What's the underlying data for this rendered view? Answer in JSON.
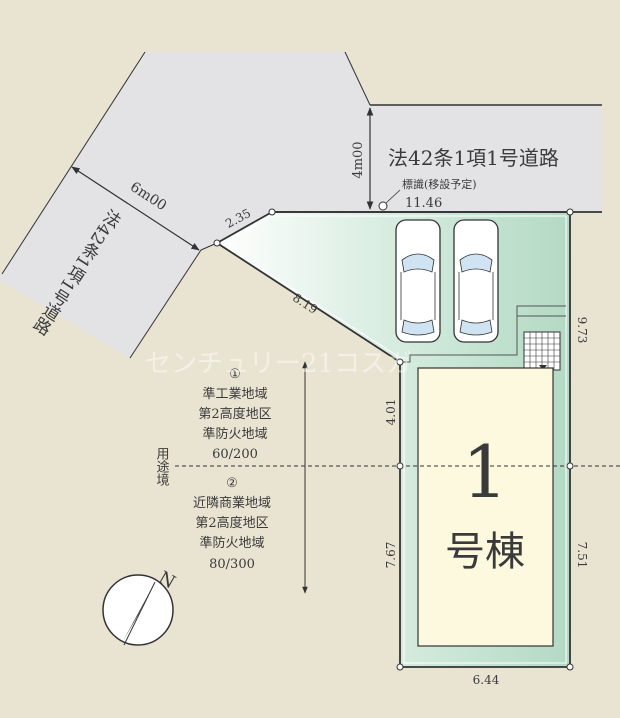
{
  "roads": {
    "north_road_label": "法42条1項1号道路",
    "north_road_width": "4m00",
    "west_road_label": "法42条1項1号道路",
    "west_road_width": "6m00"
  },
  "sign": {
    "label": "標識(移設予定)"
  },
  "dimensions": {
    "north_frontage": "11.46",
    "corner_cut": "2.35",
    "diagonal_edge": "8.19",
    "west_upper": "4.01",
    "west_lower": "7.67",
    "east_upper": "9.73",
    "east_lower": "7.51",
    "south": "6.44"
  },
  "building": {
    "number": "1",
    "suffix": "号棟"
  },
  "zoning": {
    "boundary_label": "用途境",
    "zone1": {
      "marker": "①",
      "use": "準工業地域",
      "height": "第2高度地区",
      "fire": "準防火地域",
      "ratio": "60/200"
    },
    "zone2": {
      "marker": "②",
      "use": "近隣商業地域",
      "height": "第2高度地区",
      "fire": "準防火地域",
      "ratio": "80/300"
    }
  },
  "compass": {
    "label": "N"
  },
  "watermark": "センチュリー21コスガ",
  "colors": {
    "background": "#e9e4d2",
    "road": "#e3e3e6",
    "lot_green": "#b9dcc9",
    "building": "#fcf9df"
  }
}
